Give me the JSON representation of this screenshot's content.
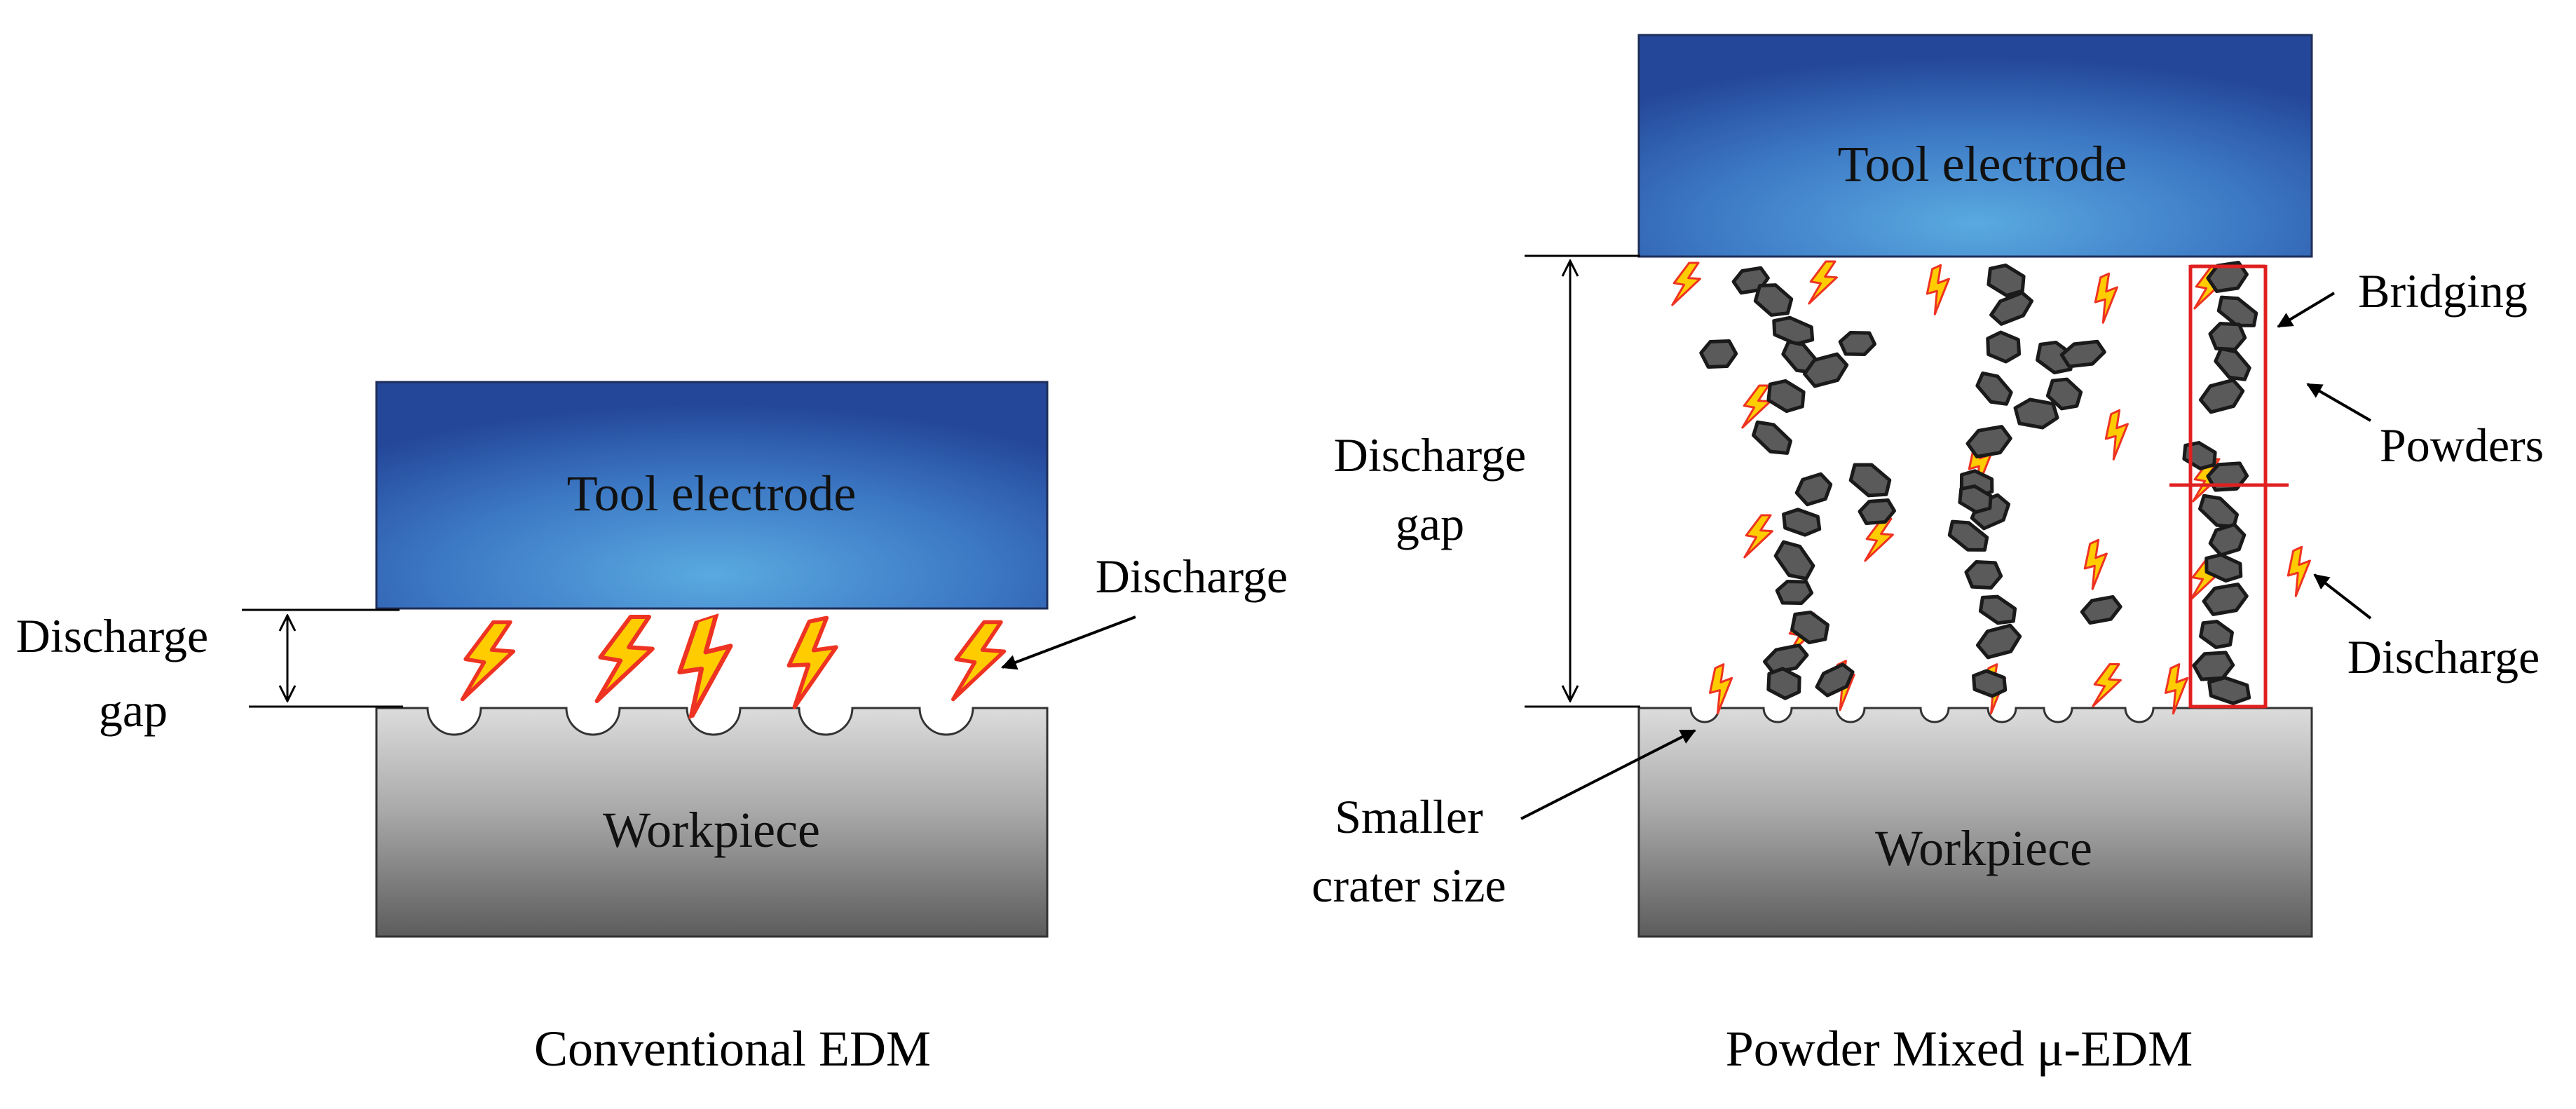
{
  "left_panel": {
    "tool_label": "Tool electrode",
    "workpiece_label": "Workpiece",
    "gap_label_line1": "Discharge",
    "gap_label_line2": "gap",
    "discharge_label": "Discharge",
    "caption": "Conventional EDM"
  },
  "right_panel": {
    "tool_label": "Tool electrode",
    "workpiece_label": "Workpiece",
    "gap_label_line1": "Discharge",
    "gap_label_line2": "gap",
    "bridging_label": "Bridging",
    "powders_label": "Powders",
    "discharge_label": "Discharge",
    "crater_label_line1": "Smaller",
    "crater_label_line2": "crater size",
    "caption": "Powder Mixed μ-EDM"
  },
  "colors": {
    "tool_top": "#2a4f9c",
    "tool_mid": "#4f9fd8",
    "workpiece_light": "#d8d8d8",
    "workpiece_dark": "#5e5e5e",
    "spark_fill": "#ffcc00",
    "spark_stroke": "#ee3322",
    "powder_fill": "#5a5a5a",
    "bridge_box": "#e02020"
  }
}
